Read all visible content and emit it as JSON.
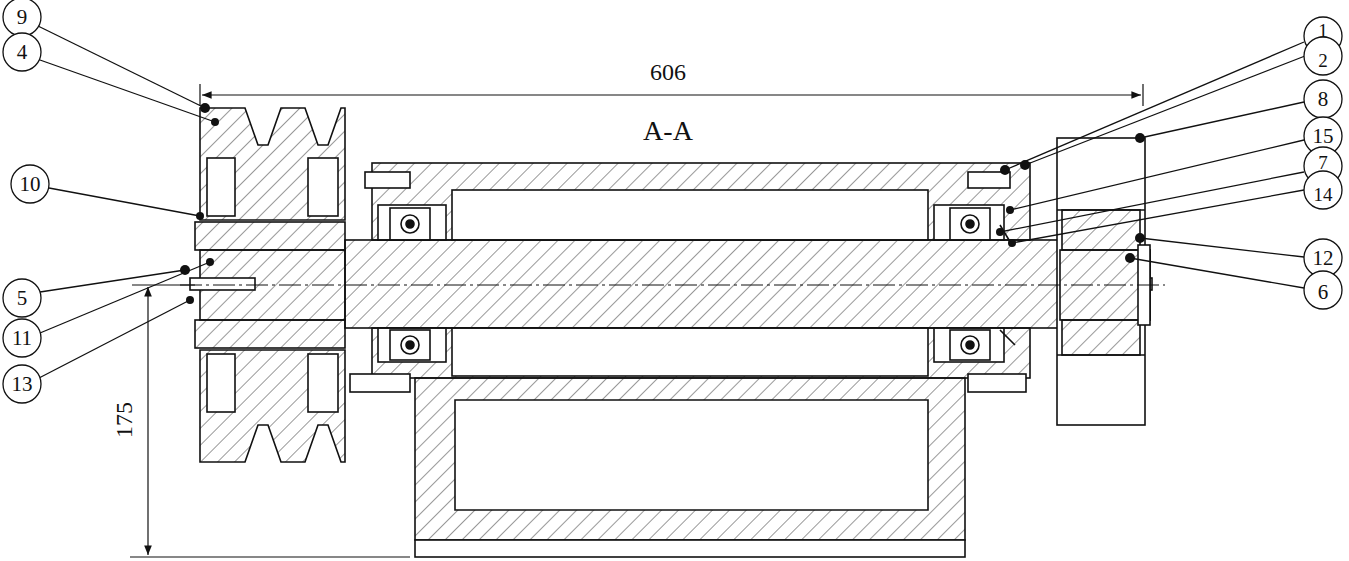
{
  "diagram": {
    "labels": [
      "9",
      "4",
      "10",
      "5",
      "11",
      "13",
      "1",
      "2",
      "8",
      "15",
      "7",
      "14",
      "12",
      "6",
      "606",
      "A-A",
      "175"
    ]
  }
}
